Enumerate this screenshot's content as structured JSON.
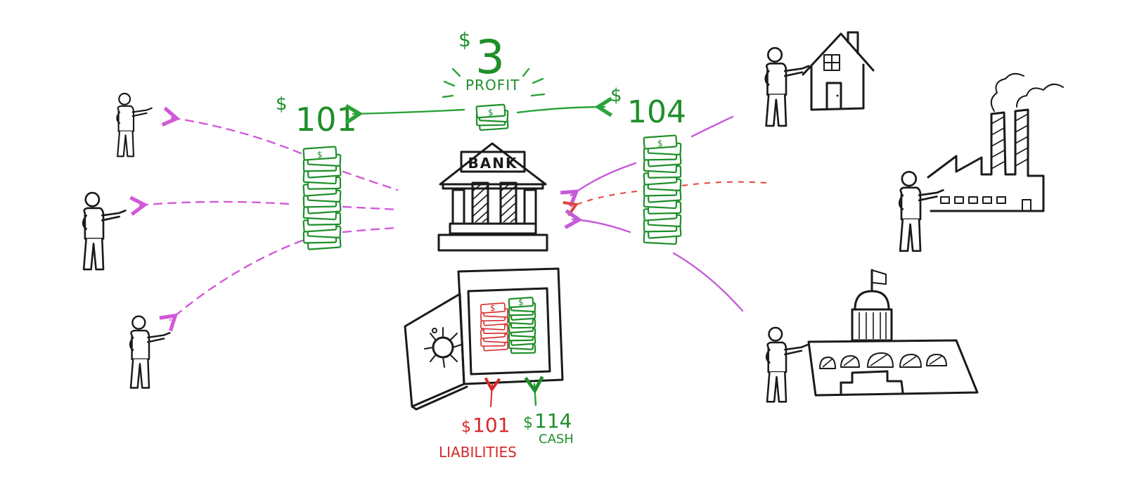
{
  "labels": {
    "profit_amount": "3",
    "profit_currency": "$",
    "profit_text": "PROFIT",
    "left_amount": "101",
    "left_currency": "$",
    "right_amount": "104",
    "right_currency": "$",
    "bank_sign": "BANK",
    "liabilities_amount": "101",
    "liabilities_currency": "$",
    "liabilities_text": "LIABILITIES",
    "cash_amount": "114",
    "cash_currency": "$",
    "cash_text": "CASH",
    "bill_mark": "$"
  },
  "colors": {
    "green": "#1e8f2a",
    "red": "#d62a2a",
    "magenta": "#d25ad8",
    "ink": "#1a1a1a"
  },
  "icons": [
    "person-icon",
    "bank-icon",
    "money-stack-icon",
    "safe-icon",
    "house-icon",
    "factory-icon",
    "government-building-icon"
  ]
}
